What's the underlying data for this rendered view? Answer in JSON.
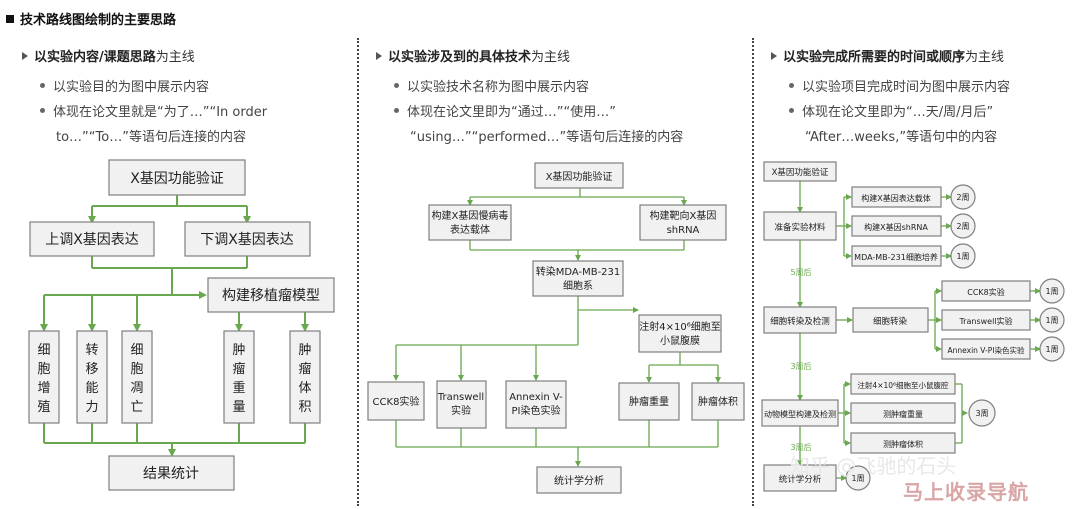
{
  "title": "技术路线图绘制的主要思路",
  "columns": [
    {
      "heading_bold": "以实验内容/课题思路",
      "heading_rest": "为主线",
      "bullets": [
        "以实验目的为图中展示内容",
        "体现在论文里就是“为了…”“In order"
      ],
      "continuation": "to…”“To…”等语句后连接的内容",
      "diagram": {
        "root": "X基因功能验证",
        "left_branch": "上调X基因表达",
        "right_branch": "下调X基因表达",
        "model": "构建移植瘤模型",
        "leaf1": [
          "细",
          "胞",
          "增",
          "殖"
        ],
        "leaf2": [
          "转",
          "移",
          "能",
          "力"
        ],
        "leaf3": [
          "细",
          "胞",
          "凋",
          "亡"
        ],
        "leaf4": [
          "肿",
          "瘤",
          "重",
          "量"
        ],
        "leaf5": [
          "肿",
          "瘤",
          "体",
          "积"
        ],
        "result": "结果统计"
      }
    },
    {
      "heading_bold": "以实验涉及到的具体技术",
      "heading_rest": "为主线",
      "bullets": [
        "以实验技术名称为图中展示内容",
        "体现在论文里即为“通过…”“使用…”"
      ],
      "continuation": "“using…”“performed…”等语句后连接的内容",
      "diagram": {
        "root": "X基因功能验证",
        "vector_l1": "构建X基因慢病毒",
        "vector_l2": "表达载体",
        "shrna_l1": "构建靶向X基因",
        "shrna_l2": "shRNA",
        "transfect_l1": "转染MDA-MB-231",
        "transfect_l2": "细胞系",
        "inject_l1": "注射4×10⁶细胞至",
        "inject_l2": "小鼠腹膜",
        "cck8": "CCK8实验",
        "transwell_l1": "Transwell",
        "transwell_l2": "实验",
        "annexin_l1": "Annexin V-",
        "annexin_l2": "PI染色实验",
        "tumor_weight": "肿瘤重量",
        "tumor_volume": "肿瘤体积",
        "stat": "统计学分析"
      }
    },
    {
      "heading_bold": "以实验完成所需要的时间或顺序",
      "heading_rest": "为主线",
      "bullets": [
        "以实验项目完成时间为图中展示内容",
        "体现在论文里即为“…天/周/月后”"
      ],
      "continuation": "“After…weeks,”等语句中的内容",
      "diagram": {
        "root": "X基因功能验证",
        "prep": "准备实验材料",
        "prep_items": [
          "构建X基因表达载体",
          "构建X基因shRNA",
          "MDA-MB-231细胞培养"
        ],
        "prep_times": [
          "2周",
          "2周",
          "1周"
        ],
        "gap1": "5周后",
        "cell": "细胞转染及检测",
        "transfect": "细胞转染",
        "cell_items": [
          "CCK8实验",
          "Transwell实验",
          "Annexin V-PI染色实验"
        ],
        "cell_times": [
          "1周",
          "1周",
          "1周"
        ],
        "gap2": "3周后",
        "animal": "动物模型构建及检测",
        "animal_items": [
          "注射4×10⁶细胞至小鼠腹腔",
          "测肿瘤重量",
          "测肿瘤体积"
        ],
        "animal_time": "3周",
        "gap3": "3周后",
        "stat": "统计学分析",
        "stat_time": "1周"
      }
    }
  ],
  "watermark": {
    "text": "知乎 @飞驰的石头",
    "logo": "马上收录导航"
  }
}
